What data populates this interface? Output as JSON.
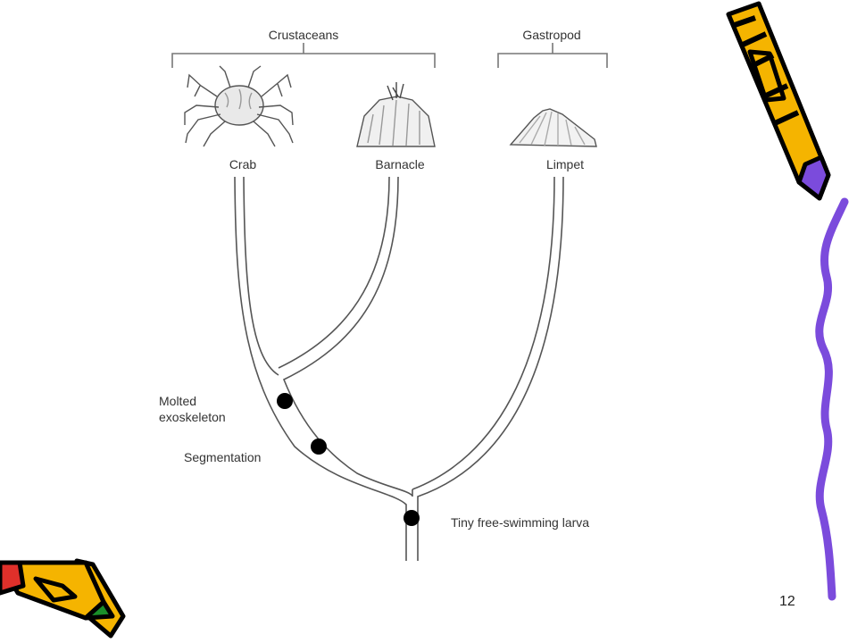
{
  "groups": {
    "crustaceans": "Crustaceans",
    "gastropod": "Gastropod"
  },
  "taxa": {
    "crab": "Crab",
    "barnacle": "Barnacle",
    "limpet": "Limpet"
  },
  "traits": {
    "molted_line1": "Molted",
    "molted_line2": "exoskeleton",
    "segmentation": "Segmentation",
    "larva": "Tiny free-swimming larva"
  },
  "page_number": "12",
  "icons": [
    "crab-icon",
    "barnacle-icon",
    "limpet-icon",
    "pencil-icon",
    "squiggle-decoration"
  ],
  "colors": {
    "line": "#555555",
    "dot": "#000000",
    "pencil_body": "#f5b400",
    "pencil_tip": "#7b4bdc",
    "squiggle": "#7b4bdc",
    "eraser": "#e0302a"
  }
}
